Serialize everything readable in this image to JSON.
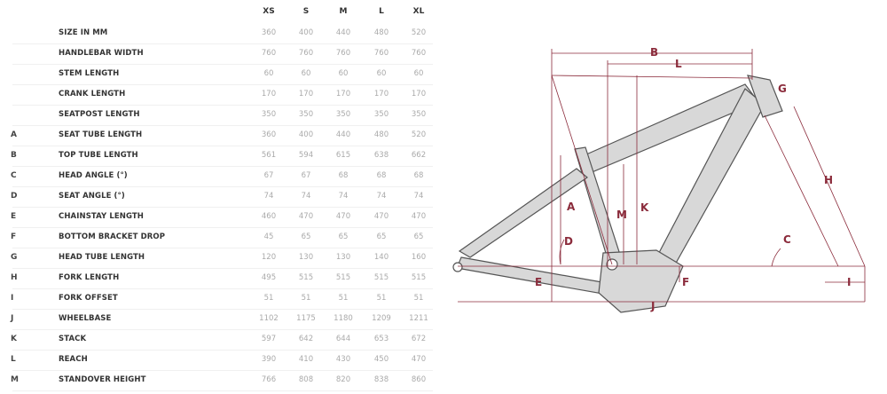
{
  "sizes": [
    "XS",
    "S",
    "M",
    "L",
    "XL"
  ],
  "rows": [
    {
      "letter": "",
      "label": "SIZE IN MM",
      "values": [
        "360",
        "400",
        "440",
        "480",
        "520"
      ]
    },
    {
      "letter": "",
      "label": "HANDLEBAR WIDTH",
      "values": [
        "760",
        "760",
        "760",
        "760",
        "760"
      ]
    },
    {
      "letter": "",
      "label": "STEM LENGTH",
      "values": [
        "60",
        "60",
        "60",
        "60",
        "60"
      ]
    },
    {
      "letter": "",
      "label": "CRANK LENGTH",
      "values": [
        "170",
        "170",
        "170",
        "170",
        "170"
      ]
    },
    {
      "letter": "",
      "label": "SEATPOST LENGTH",
      "values": [
        "350",
        "350",
        "350",
        "350",
        "350"
      ]
    },
    {
      "letter": "A",
      "label": "SEAT TUBE LENGTH",
      "values": [
        "360",
        "400",
        "440",
        "480",
        "520"
      ]
    },
    {
      "letter": "B",
      "label": "TOP TUBE LENGTH",
      "values": [
        "561",
        "594",
        "615",
        "638",
        "662"
      ]
    },
    {
      "letter": "C",
      "label": "HEAD ANGLE (°)",
      "values": [
        "67",
        "67",
        "68",
        "68",
        "68"
      ]
    },
    {
      "letter": "D",
      "label": "SEAT ANGLE (°)",
      "values": [
        "74",
        "74",
        "74",
        "74",
        "74"
      ]
    },
    {
      "letter": "E",
      "label": "CHAINSTAY LENGTH",
      "values": [
        "460",
        "470",
        "470",
        "470",
        "470"
      ]
    },
    {
      "letter": "F",
      "label": "BOTTOM BRACKET DROP",
      "values": [
        "45",
        "65",
        "65",
        "65",
        "65"
      ]
    },
    {
      "letter": "G",
      "label": "HEAD TUBE LENGTH",
      "values": [
        "120",
        "130",
        "130",
        "140",
        "160"
      ]
    },
    {
      "letter": "H",
      "label": "FORK LENGTH",
      "values": [
        "495",
        "515",
        "515",
        "515",
        "515"
      ]
    },
    {
      "letter": "I",
      "label": "FORK OFFSET",
      "values": [
        "51",
        "51",
        "51",
        "51",
        "51"
      ]
    },
    {
      "letter": "J",
      "label": "WHEELBASE",
      "values": [
        "1102",
        "1175",
        "1180",
        "1209",
        "1211"
      ]
    },
    {
      "letter": "K",
      "label": "STACK",
      "values": [
        "597",
        "642",
        "644",
        "653",
        "672"
      ]
    },
    {
      "letter": "L",
      "label": "REACH",
      "values": [
        "390",
        "410",
        "430",
        "450",
        "470"
      ]
    },
    {
      "letter": "M",
      "label": "STANDOVER HEIGHT",
      "values": [
        "766",
        "808",
        "820",
        "838",
        "860"
      ]
    }
  ],
  "diagram_labels": {
    "A": "A",
    "B": "B",
    "C": "C",
    "D": "D",
    "E": "E",
    "F": "F",
    "G": "G",
    "H": "H",
    "I": "I",
    "J": "J",
    "K": "K",
    "L": "L",
    "M": "M"
  },
  "colors": {
    "dimension": "#8b2b3b",
    "frame": "#d6d6d6",
    "frame_outline": "#555555"
  }
}
